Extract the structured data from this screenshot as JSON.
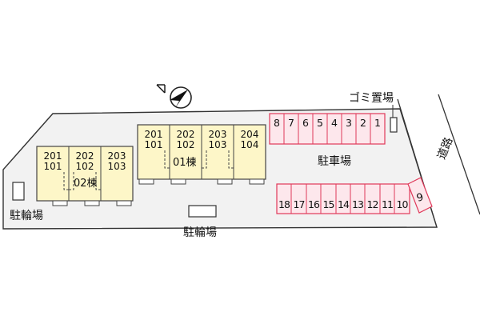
{
  "labels": {
    "trash": "ゴミ置場",
    "road": "道路",
    "parking": "駐車場",
    "bike_left": "駐輪場",
    "bike_bottom": "駐輪場"
  },
  "buildings": {
    "b01": {
      "name": "01棟",
      "units": [
        {
          "upper": "201",
          "lower": "101"
        },
        {
          "upper": "202",
          "lower": "102"
        },
        {
          "upper": "203",
          "lower": "103"
        },
        {
          "upper": "204",
          "lower": "104"
        }
      ]
    },
    "b02": {
      "name": "02棟",
      "units": [
        {
          "upper": "201",
          "lower": "101"
        },
        {
          "upper": "202",
          "lower": "102"
        },
        {
          "upper": "203",
          "lower": "103"
        }
      ]
    }
  },
  "parking_top": [
    "8",
    "7",
    "6",
    "5",
    "4",
    "3",
    "2",
    "1"
  ],
  "parking_bottom": [
    "18",
    "17",
    "16",
    "15",
    "14",
    "13",
    "12",
    "11",
    "10"
  ],
  "parking_single": "9",
  "colors": {
    "building_fill": "#fdf6c8",
    "parking_stroke": "#e0395a",
    "parking_fill": "#fde7ec",
    "site_stroke": "#333333"
  },
  "icons": {
    "compass": "north-arrow-icon"
  }
}
